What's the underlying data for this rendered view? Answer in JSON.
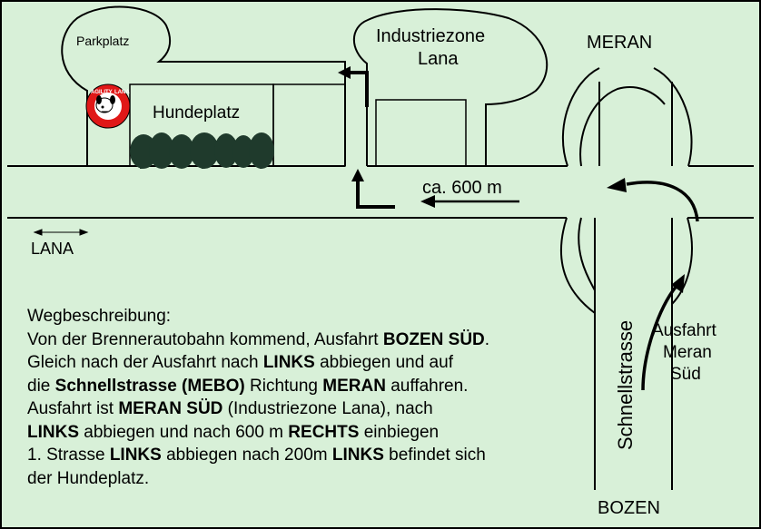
{
  "labels": {
    "parkplatz": "Parkplatz",
    "industriezone_line1": "Industriezone",
    "industriezone_line2": "Lana",
    "meran": "MERAN",
    "hundeplatz": "Hundeplatz",
    "distance": "ca. 600 m",
    "lana": "LANA",
    "schnellstrasse": "Schnellstrasse",
    "ausfahrt_line1": "Ausfahrt",
    "ausfahrt_line2": "Meran",
    "ausfahrt_line3": "Süd",
    "bozen": "BOZEN",
    "logo_text": "AGILITY LANA"
  },
  "directions": {
    "heading": "Wegbeschreibung:",
    "lines": [
      [
        {
          "t": "Von der Brennerautobahn kommend, Ausfahrt "
        },
        {
          "t": "BOZEN SÜD",
          "b": true
        },
        {
          "t": "."
        }
      ],
      [
        {
          "t": "Gleich nach der Ausfahrt nach "
        },
        {
          "t": "LINKS",
          "b": true
        },
        {
          "t": " abbiegen und auf"
        }
      ],
      [
        {
          "t": "die "
        },
        {
          "t": "Schnellstrasse (MEBO)",
          "b": true
        },
        {
          "t": " Richtung "
        },
        {
          "t": "MERAN",
          "b": true
        },
        {
          "t": " auffahren."
        }
      ],
      [
        {
          "t": "Ausfahrt ist "
        },
        {
          "t": "MERAN SÜD",
          "b": true
        },
        {
          "t": " (Industriezone Lana), nach"
        }
      ],
      [
        {
          "t": "LINKS",
          "b": true
        },
        {
          "t": " abbiegen und nach 600 m "
        },
        {
          "t": "RECHTS",
          "b": true
        },
        {
          "t": " einbiegen"
        }
      ],
      [
        {
          "t": "1. Strasse "
        },
        {
          "t": "LINKS",
          "b": true
        },
        {
          "t": " abbiegen nach 200m "
        },
        {
          "t": "LINKS",
          "b": true
        },
        {
          "t": " befindet sich"
        }
      ],
      [
        {
          "t": "der Hundeplatz."
        }
      ]
    ]
  },
  "colors": {
    "background": "#d8f0d8",
    "trees": "#1f3a2c",
    "logo_red": "#e01818"
  }
}
